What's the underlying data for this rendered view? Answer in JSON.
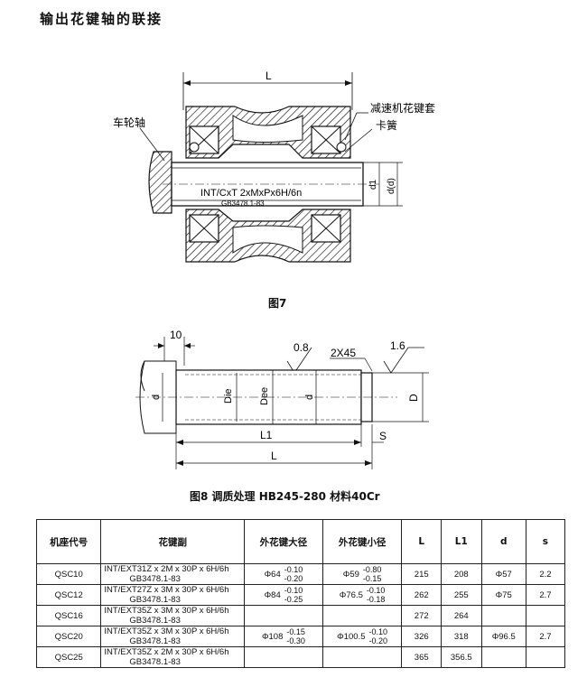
{
  "title": "输出花键轴的联接",
  "figure7": {
    "caption": "图7",
    "labels": {
      "L": "L",
      "wheel_shaft": "车轮轴",
      "reducer_sleeve": "减速机花键套",
      "circlip": "卡簧",
      "spline_spec": "INT/CxT  2xMxPx6H/6n",
      "standard": "GB3478.1-83",
      "d1": "d1",
      "dd": "d(d)"
    }
  },
  "figure8": {
    "caption": "图8 调质处理 HB245-280 材料40Cr",
    "labels": {
      "ten": "10",
      "roughness1": "0.8",
      "chamfer": "2X45",
      "roughness2": "1.6",
      "d": "d",
      "Die": "Die",
      "Dee": "Dee",
      "d2": "d",
      "D": "D",
      "L1": "L1",
      "S": "S",
      "L": "L"
    }
  },
  "table": {
    "headers": [
      "机座代号",
      "花键副",
      "外花键大径",
      "外花键小径",
      "L",
      "L1",
      "d",
      "s"
    ],
    "rows": [
      {
        "code": "QSC10",
        "spline1": "INT/EXT31Z x 2M x 30P x 6H/6h",
        "spline2": "GB3478.1-83",
        "major_dia": "Φ64",
        "major_up": "-0.10",
        "major_lo": "-0.20",
        "minor_dia": "Φ59",
        "minor_up": "-0.80",
        "minor_lo": "-0.15",
        "L": "215",
        "L1": "208",
        "d": "Φ57",
        "s": "2.2"
      },
      {
        "code": "QSC12",
        "spline1": "INT/EXT27Z x 3M x 30P x 6H/6h",
        "spline2": "GB3478.1-83",
        "major_dia": "Φ84",
        "major_up": "-0.10",
        "major_lo": "-0.25",
        "minor_dia": "Φ76.5",
        "minor_up": "-0.10",
        "minor_lo": "-0.18",
        "L": "262",
        "L1": "255",
        "d": "Φ75",
        "s": "2.7"
      },
      {
        "code": "QSC16",
        "spline1": "INT/EXT35Z x 3M x 30P x 6H/6h",
        "spline2": "GB3478.1-83",
        "major_dia": "",
        "major_up": "",
        "major_lo": "",
        "minor_dia": "",
        "minor_up": "",
        "minor_lo": "",
        "L": "272",
        "L1": "264",
        "d": "",
        "s": ""
      },
      {
        "code": "QSC20",
        "spline1": "INT/EXT35Z x 3M x 30P x 6H/6h",
        "spline2": "GB3478.1-83",
        "major_dia": "Φ108",
        "major_up": "-0.15",
        "major_lo": "-0.30",
        "minor_dia": "Φ100.5",
        "minor_up": "-0.10",
        "minor_lo": "-0.20",
        "L": "326",
        "L1": "318",
        "d": "Φ96.5",
        "s": "2.7"
      },
      {
        "code": "QSC25",
        "spline1": "INT/EXT35Z x 2M x 30P x 6H/6h",
        "spline2": "GB3478.1-83",
        "major_dia": "",
        "major_up": "",
        "major_lo": "",
        "minor_dia": "",
        "minor_up": "",
        "minor_lo": "",
        "L": "365",
        "L1": "356.5",
        "d": "",
        "s": ""
      }
    ]
  }
}
